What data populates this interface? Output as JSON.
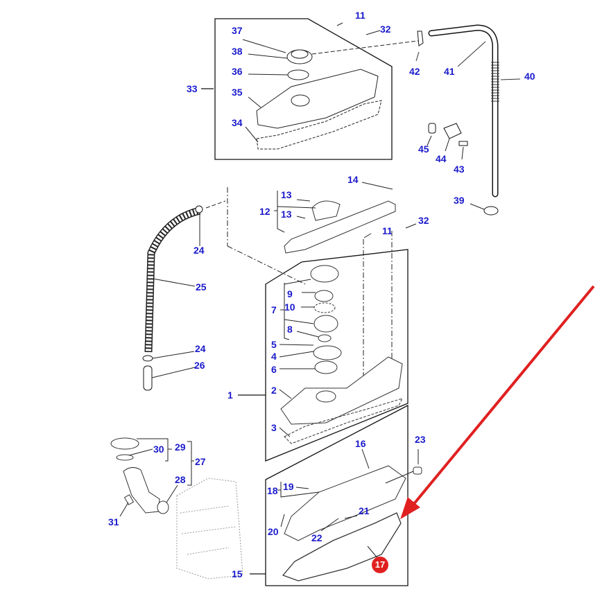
{
  "diagram": {
    "title": "Rocker cover / breather assembly exploded view",
    "label_color": "#1a1acc",
    "highlight_color": "#e02020",
    "highlighted_part": "17",
    "callouts": [
      {
        "id": "11a",
        "text": "11"
      },
      {
        "id": "32a",
        "text": "32"
      },
      {
        "id": "37",
        "text": "37"
      },
      {
        "id": "38",
        "text": "38"
      },
      {
        "id": "36",
        "text": "36"
      },
      {
        "id": "33",
        "text": "33"
      },
      {
        "id": "35",
        "text": "35"
      },
      {
        "id": "34",
        "text": "34"
      },
      {
        "id": "42",
        "text": "42"
      },
      {
        "id": "41",
        "text": "41"
      },
      {
        "id": "40",
        "text": "40"
      },
      {
        "id": "45",
        "text": "45"
      },
      {
        "id": "44",
        "text": "44"
      },
      {
        "id": "43",
        "text": "43"
      },
      {
        "id": "39",
        "text": "39"
      },
      {
        "id": "14",
        "text": "14"
      },
      {
        "id": "13a",
        "text": "13"
      },
      {
        "id": "12",
        "text": "12"
      },
      {
        "id": "13b",
        "text": "13"
      },
      {
        "id": "11b",
        "text": "11"
      },
      {
        "id": "32b",
        "text": "32"
      },
      {
        "id": "24a",
        "text": "24"
      },
      {
        "id": "25",
        "text": "25"
      },
      {
        "id": "24b",
        "text": "24"
      },
      {
        "id": "26",
        "text": "26"
      },
      {
        "id": "9",
        "text": "9"
      },
      {
        "id": "7",
        "text": "7"
      },
      {
        "id": "10",
        "text": "10"
      },
      {
        "id": "8",
        "text": "8"
      },
      {
        "id": "5",
        "text": "5"
      },
      {
        "id": "4",
        "text": "4"
      },
      {
        "id": "6",
        "text": "6"
      },
      {
        "id": "1",
        "text": "1"
      },
      {
        "id": "2",
        "text": "2"
      },
      {
        "id": "3",
        "text": "3"
      },
      {
        "id": "16",
        "text": "16"
      },
      {
        "id": "23",
        "text": "23"
      },
      {
        "id": "30",
        "text": "30"
      },
      {
        "id": "29",
        "text": "29"
      },
      {
        "id": "27",
        "text": "27"
      },
      {
        "id": "28",
        "text": "28"
      },
      {
        "id": "31",
        "text": "31"
      },
      {
        "id": "18",
        "text": "18"
      },
      {
        "id": "19",
        "text": "19"
      },
      {
        "id": "20",
        "text": "20"
      },
      {
        "id": "21",
        "text": "21"
      },
      {
        "id": "22",
        "text": "22"
      },
      {
        "id": "15",
        "text": "15"
      }
    ],
    "highlight_badge": {
      "text": "17"
    }
  }
}
